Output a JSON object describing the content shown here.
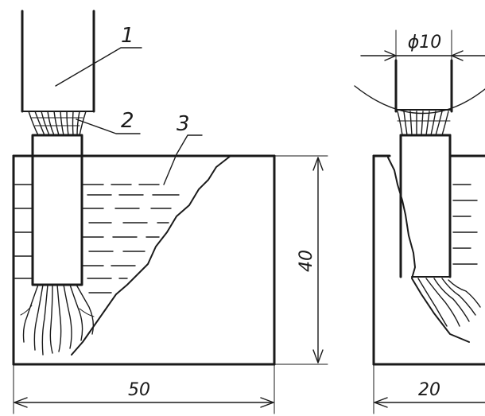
{
  "callouts": {
    "part_1": "1",
    "part_2": "2",
    "part_3": "3"
  },
  "dimensions": {
    "width": "50",
    "height": "40",
    "thickness": "20",
    "rod_diameter": "ϕ10"
  }
}
